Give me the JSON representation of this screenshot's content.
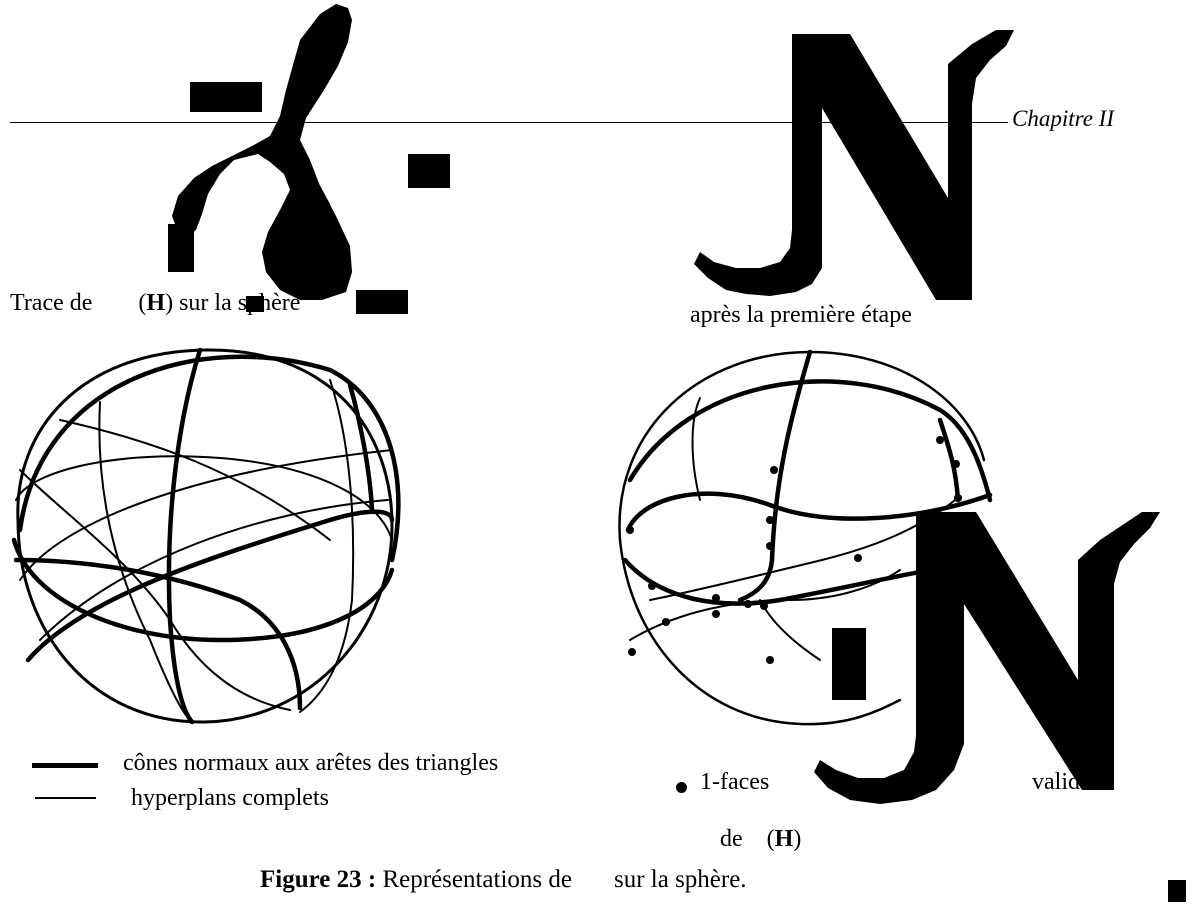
{
  "header": {
    "chapter": "Chapitre  II"
  },
  "captions": {
    "left_a": "Trace de",
    "left_b": "(",
    "left_c": "H",
    "left_d": ") sur la sphère",
    "right": "après la première étape"
  },
  "legend": {
    "thick": "cônes normaux aux arêtes des triangles",
    "thin": "hyperplans complets"
  },
  "bullet": {
    "line1_a": "1-faces",
    "line1_b": "valides",
    "line2_a": "de",
    "line2_b": "(",
    "line2_c": "H",
    "line2_d": ")"
  },
  "figure": {
    "label": "Figure 23 :",
    "text_a": "Représentations de",
    "text_b": "sur la sphère."
  },
  "symbols": {
    "script_a": "script-a-glyph",
    "script_n": "script-n-glyph"
  }
}
